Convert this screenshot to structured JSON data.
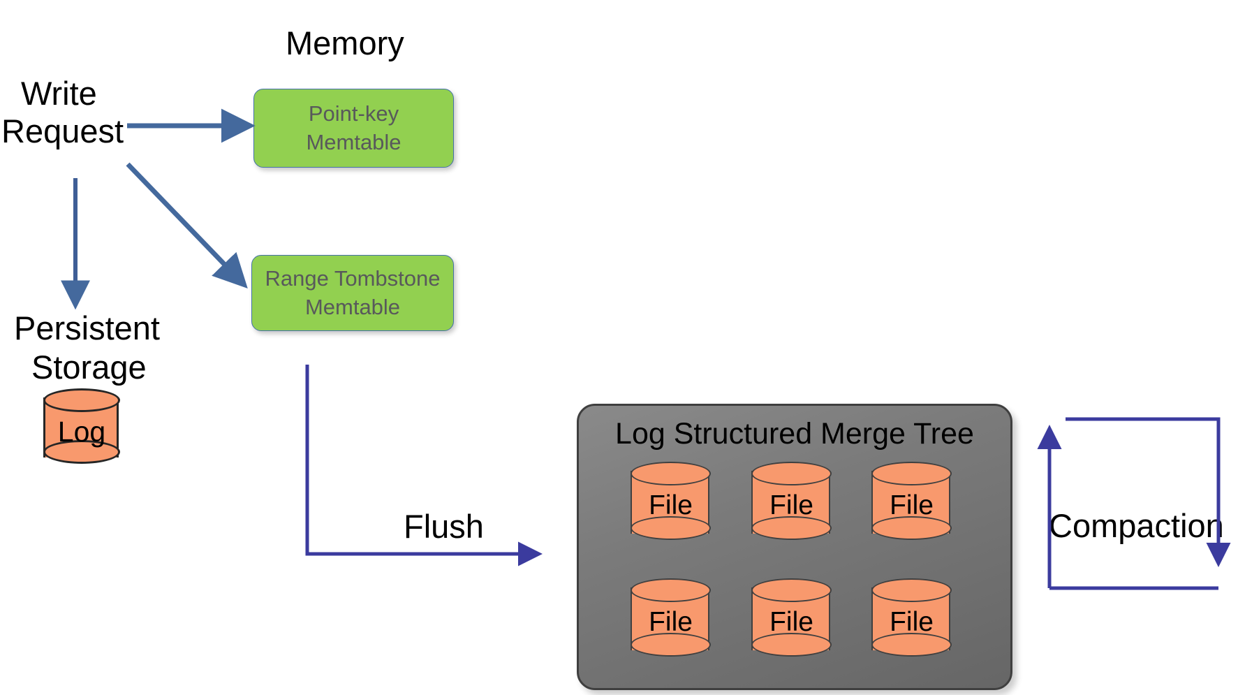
{
  "diagram": {
    "title_labels": {
      "memory": "Memory",
      "write": "Write",
      "request": "Request",
      "persistent": "Persistent",
      "storage": "Storage",
      "flush": "Flush",
      "compaction": "Compaction"
    },
    "memtables": [
      {
        "id": "point-key-memtable",
        "label": "Point-key\nMemtable",
        "line1": "Point-key",
        "line2": "Memtable"
      },
      {
        "id": "range-tombstone-memtable",
        "label": "Range Tombstone\nMemtable",
        "line1": "Range Tombstone",
        "line2": "Memtable"
      }
    ],
    "log": {
      "label": "Log"
    },
    "lsm": {
      "title": "Log Structured Merge Tree",
      "files": [
        {
          "label": "File"
        },
        {
          "label": "File"
        },
        {
          "label": "File"
        },
        {
          "label": "File"
        },
        {
          "label": "File"
        },
        {
          "label": "File"
        }
      ]
    },
    "arrows": [
      {
        "name": "write-to-point-key-memtable",
        "kind": "straight-right"
      },
      {
        "name": "write-to-range-tombstone-memtable",
        "kind": "diagonal-down-right"
      },
      {
        "name": "write-to-persistent-storage",
        "kind": "straight-down"
      },
      {
        "name": "flush-to-lsm",
        "kind": "elbow-down-right"
      },
      {
        "name": "compaction-loop",
        "kind": "loop-up-right-down"
      }
    ],
    "colors": {
      "memtable_fill": "#92D050",
      "memtable_border": "#4472A8",
      "memtable_text": "#58595B",
      "lsm_fill": "#7B7B7B",
      "lsm_border": "#3F3F3F",
      "cylinder_fill": "#F8996D",
      "cylinder_border": "#404040",
      "arrow_write": "#44699D",
      "arrow_flow": "#3B3B9E",
      "text": "#000000",
      "background": "#FFFFFF"
    }
  }
}
